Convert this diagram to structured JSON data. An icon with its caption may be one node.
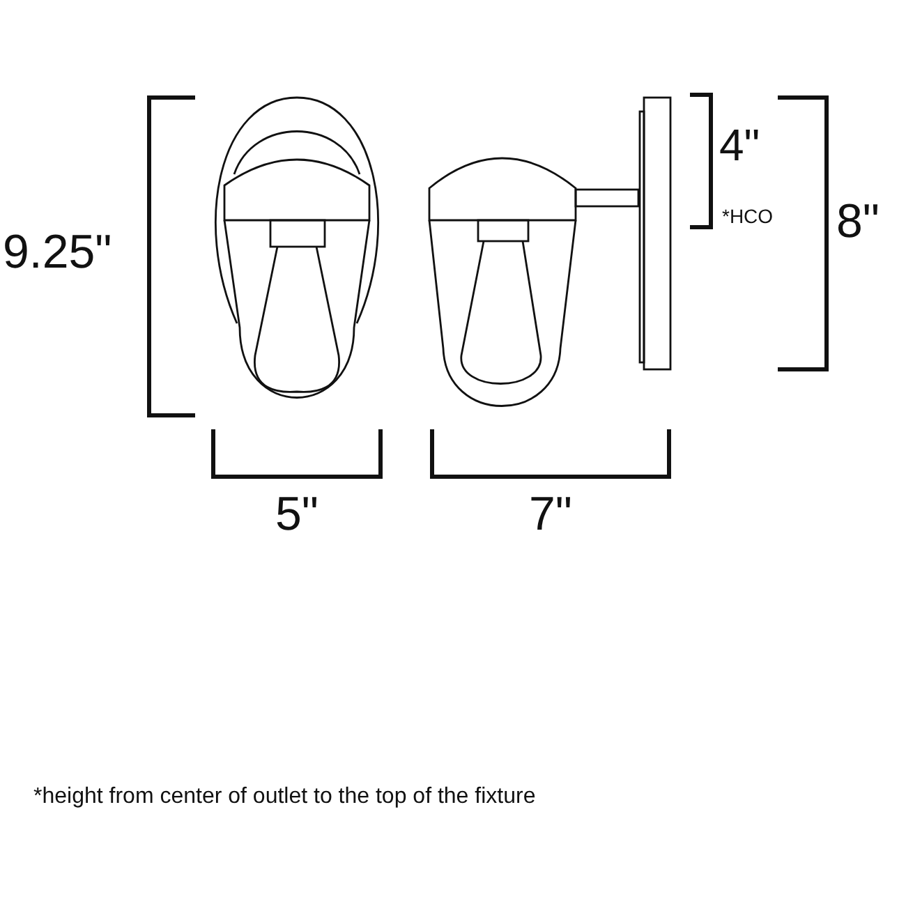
{
  "diagram": {
    "labels": [
      "9.25\"",
      "4\"",
      "*HCO",
      "8\"",
      "5\"",
      "7\"",
      "*height from center of outlet to the top of the fixture"
    ]
  }
}
